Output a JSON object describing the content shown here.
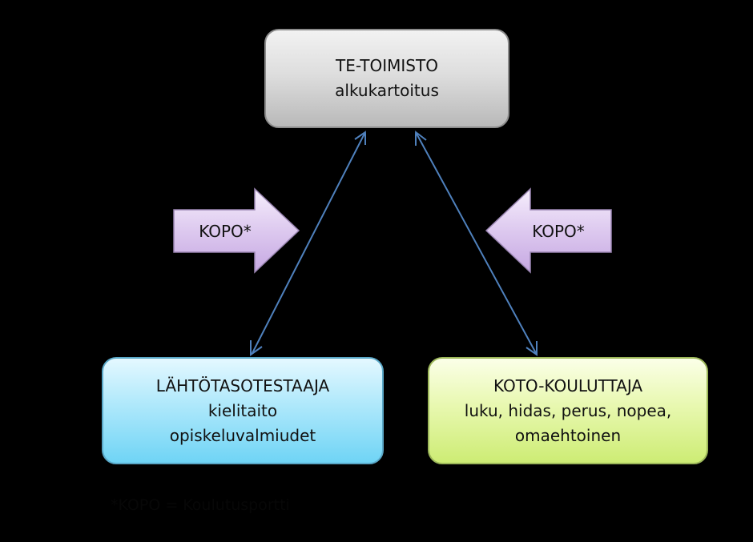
{
  "nodes": {
    "te_toimisto": {
      "lines": [
        "TE-TOIMISTO",
        "alkukartoitus"
      ]
    },
    "lahtotasotestaaja": {
      "lines": [
        "LÄHTÖTASOTESTAAJA",
        "kielitaito",
        "opiskeluvalmiudet"
      ]
    },
    "koto_kouluttaja": {
      "lines": [
        "KOTO-KOULUTTAJA",
        "luku, hidas, perus, nopea,",
        "omaehtoinen"
      ]
    }
  },
  "arrows": {
    "left": {
      "label": "KOPO*",
      "direction": "right"
    },
    "right": {
      "label": "KOPO*",
      "direction": "left"
    }
  },
  "connectors": [
    {
      "from": "lahtotasotestaaja",
      "to": "te_toimisto",
      "style": "double-headed"
    },
    {
      "from": "koto_kouluttaja",
      "to": "te_toimisto",
      "style": "double-headed"
    }
  ],
  "footnote": "*KOPO = Koulutusportti",
  "colors": {
    "background": "#000000",
    "te_box": "#d9d9d9",
    "lahto_box": "#a9e6fa",
    "koto_box": "#e6f7a8",
    "kopo_arrow": "#dcc8ee",
    "connector": "#4f81bd"
  }
}
